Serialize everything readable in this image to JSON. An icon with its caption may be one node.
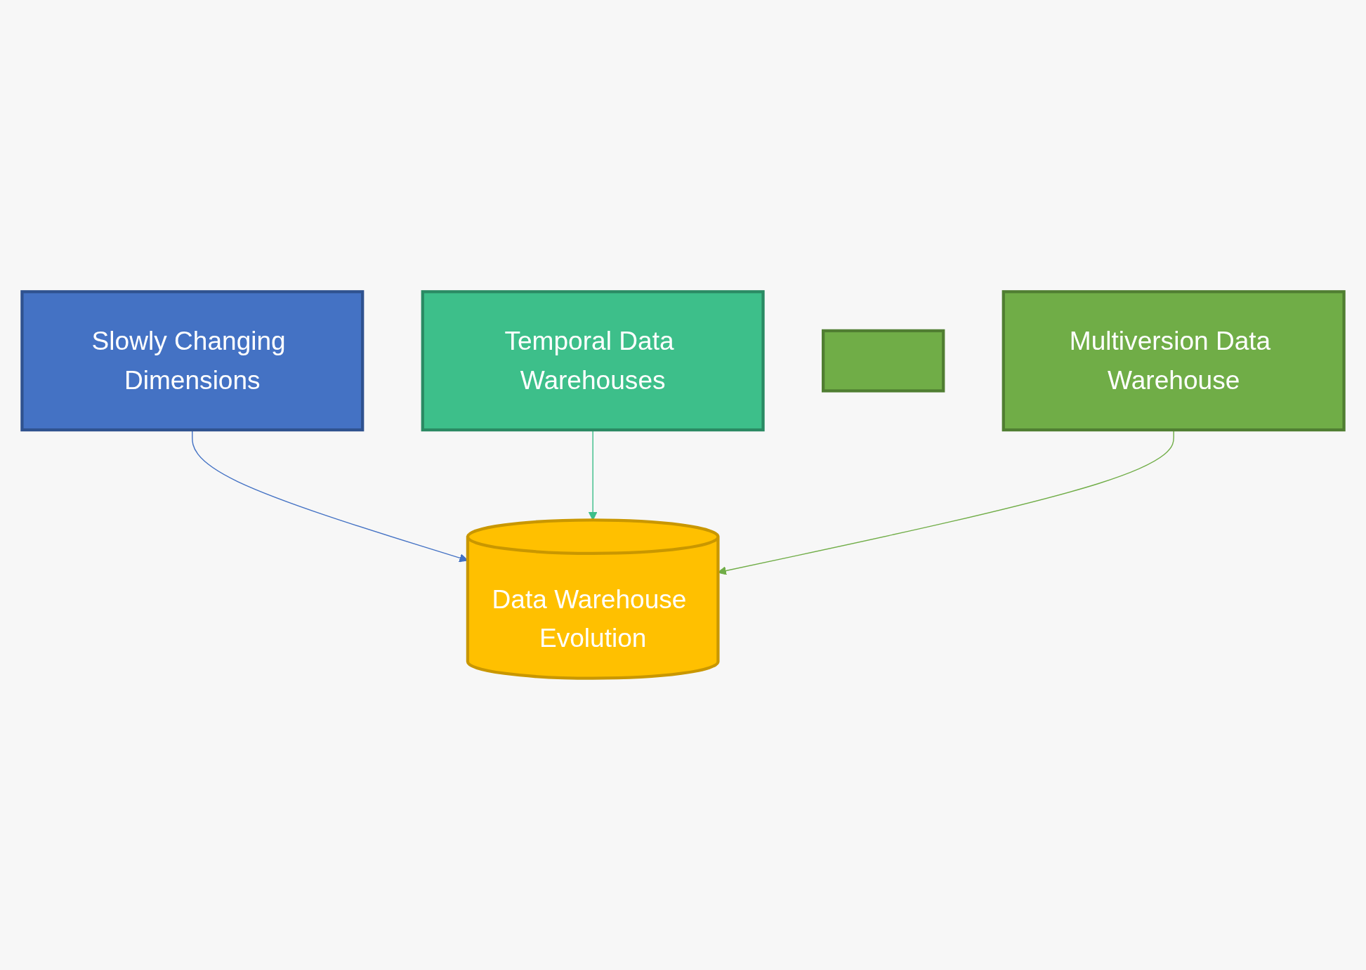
{
  "diagram": {
    "nodes": [
      {
        "text": [
          "Slowly Changing Dimensions"
        ]
      },
      {
        "text": [
          "Temporal Data Warehouses"
        ]
      },
      {
        "text": [],
        "shape": "box"
      },
      {
        "text": [
          "Multiversion Data Warehouse"
        ]
      },
      {
        "text": [
          "Data Warehouse Evolution"
        ]
      }
    ],
    "edges": [
      {
        "from": 0,
        "to": 4,
        "arrow": "to",
        "color": "#4472c4"
      },
      {
        "from": 1,
        "to": 4,
        "arrow": "to",
        "color": "#3dbf8a"
      },
      {
        "from": 3,
        "to": 4,
        "arrow": "to",
        "color": "#70ad47"
      }
    ]
  }
}
